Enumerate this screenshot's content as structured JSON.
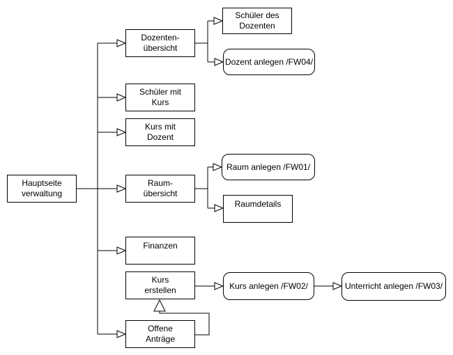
{
  "canvas": {
    "background_color": "#ffffff",
    "stroke_color": "#000000",
    "text_color": "#000000"
  },
  "nodes": {
    "hauptseite": {
      "label": "Hauptseite\nverwaltung",
      "shape": "rectangle"
    },
    "dozenten_uebersicht": {
      "label": "Dozenten-\nübersicht",
      "shape": "rectangle"
    },
    "schueler_des_dozenten": {
      "label": "Schüler des\nDozenten",
      "shape": "rectangle"
    },
    "dozent_anlegen": {
      "label": "Dozent anlegen /FW04/",
      "shape": "rounded"
    },
    "schueler_mit_kurs": {
      "label": "Schüler mit\nKurs",
      "shape": "rectangle"
    },
    "kurs_mit_dozent": {
      "label": "Kurs mit\nDozent",
      "shape": "rectangle"
    },
    "raum_uebersicht": {
      "label": "Raum-\nübersicht",
      "shape": "rectangle"
    },
    "raum_anlegen": {
      "label": "Raum anlegen /FW01/",
      "shape": "rounded"
    },
    "raumdetails": {
      "label": "Raumdetails",
      "shape": "rectangle"
    },
    "finanzen": {
      "label": "Finanzen",
      "shape": "rectangle"
    },
    "kurs_erstellen": {
      "label": "Kurs\nerstellen",
      "shape": "rectangle"
    },
    "kurs_anlegen": {
      "label": "Kurs anlegen /FW02/",
      "shape": "rounded"
    },
    "offene_antraege": {
      "label": "Offene\nAnträge",
      "shape": "rectangle"
    },
    "unterricht_anlegen": {
      "label": "Unterricht anlegen /FW03/",
      "shape": "rounded"
    }
  },
  "edges": [
    {
      "from": "hauptseite",
      "to": "dozenten_uebersicht",
      "arrow": "open-triangle"
    },
    {
      "from": "hauptseite",
      "to": "schueler_mit_kurs",
      "arrow": "open-triangle"
    },
    {
      "from": "hauptseite",
      "to": "kurs_mit_dozent",
      "arrow": "open-triangle"
    },
    {
      "from": "hauptseite",
      "to": "raum_uebersicht",
      "arrow": "open-triangle"
    },
    {
      "from": "hauptseite",
      "to": "finanzen",
      "arrow": "open-triangle"
    },
    {
      "from": "hauptseite",
      "to": "offene_antraege",
      "arrow": "open-triangle"
    },
    {
      "from": "dozenten_uebersicht",
      "to": "schueler_des_dozenten",
      "arrow": "open-triangle"
    },
    {
      "from": "dozenten_uebersicht",
      "to": "dozent_anlegen",
      "arrow": "open-triangle"
    },
    {
      "from": "raum_uebersicht",
      "to": "raum_anlegen",
      "arrow": "open-triangle"
    },
    {
      "from": "raum_uebersicht",
      "to": "raumdetails",
      "arrow": "open-triangle"
    },
    {
      "from": "kurs_erstellen",
      "to": "kurs_anlegen",
      "arrow": "open-triangle"
    },
    {
      "from": "kurs_anlegen",
      "to": "unterricht_anlegen",
      "arrow": "open-triangle"
    },
    {
      "from": "offene_antraege",
      "to": "kurs_erstellen",
      "arrow": "open-triangle-up"
    }
  ]
}
